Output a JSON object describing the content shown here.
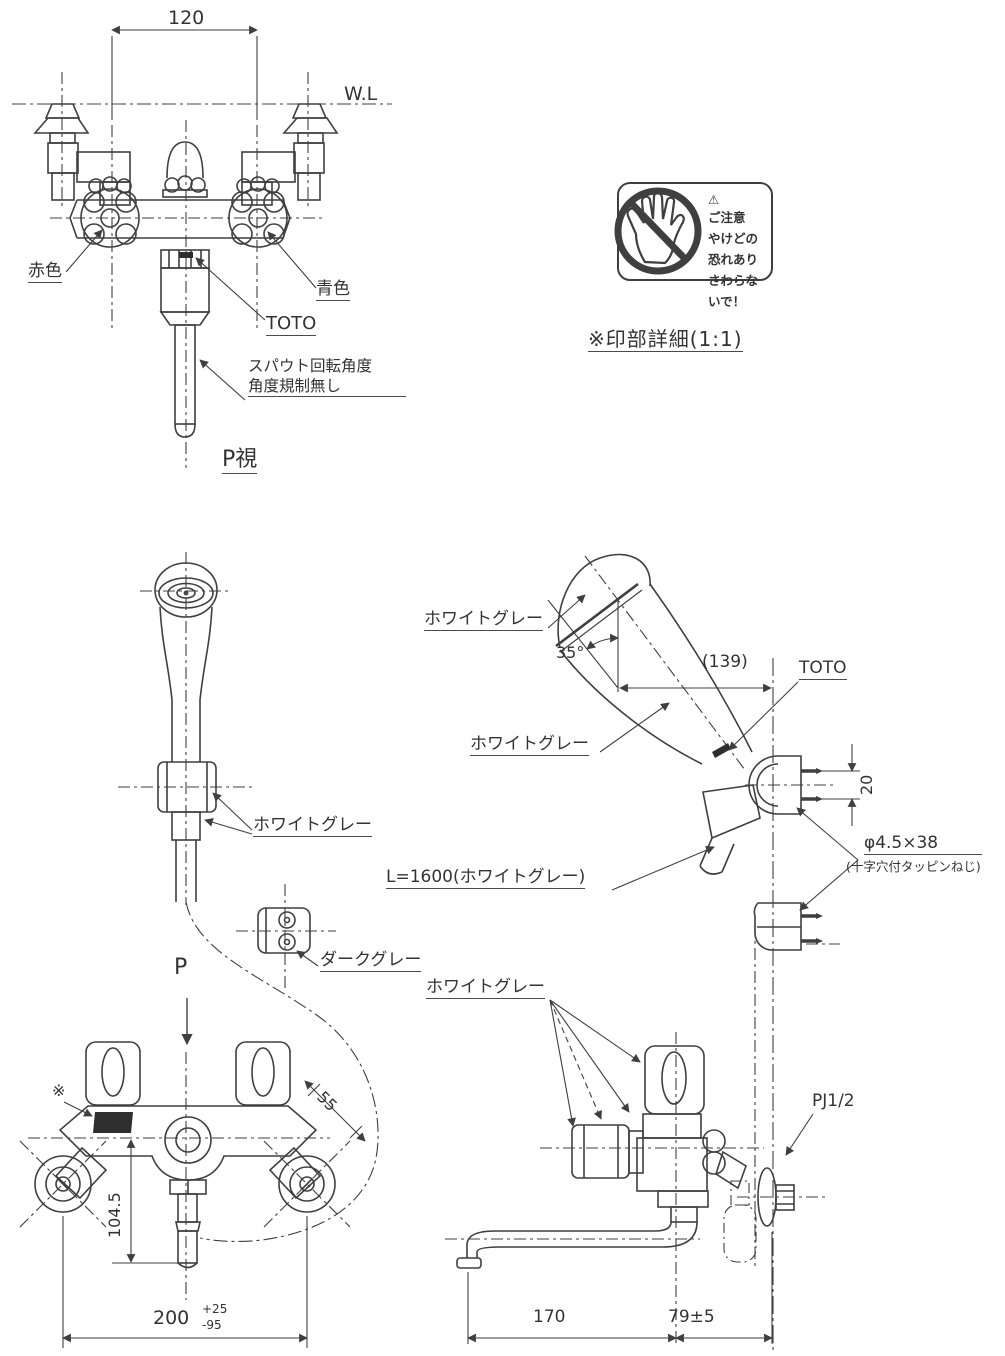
{
  "colors": {
    "line": "#3f3f3f",
    "text": "#333333",
    "background": "#ffffff",
    "fill_dark": "#2e2e2e"
  },
  "top_view": {
    "dim_width": "120",
    "water_line_label": "W.L",
    "hot_side_label": "赤色",
    "cold_side_label": "青色",
    "brand_label": "TOTO",
    "spout_note_line1": "スパウト回転角度",
    "spout_note_line2": "角度規制無し",
    "view_caption": "P視"
  },
  "caution_detail": {
    "caption": "※印部詳細(1:1)",
    "warning_symbol": "⚠",
    "label_lines": [
      "ご注意",
      "やけどの",
      "恐れあり",
      "さわらな",
      "いで！"
    ],
    "prohibition_icon": "no-touch-hand"
  },
  "shower_front": {
    "holder_color_label": "ホワイトグレー",
    "hook_color_label": "ダークグレー",
    "view_direction_label": "P"
  },
  "shower_side": {
    "head_color_label": "ホワイトグレー",
    "handle_color_label": "ホワイトグレー",
    "angle": "35°",
    "dim_offset": "(139)",
    "brand_label": "TOTO",
    "dim_screw_spacing": "20",
    "screw_spec": "φ4.5×38",
    "screw_note": "(十字穴付タッピンねじ)",
    "hose_label": "L=1600(ホワイトグレー)"
  },
  "faucet_front": {
    "marked_area_symbol": "※",
    "dim_handle": "55",
    "dim_height": "104.5",
    "dim_width": "200",
    "dim_width_tol_plus": "+25",
    "dim_width_tol_minus": "-95"
  },
  "faucet_side": {
    "color_label": "ホワイトグレー",
    "connection_label": "PJ1/2",
    "dim_spout": "170",
    "dim_wall": "79±5"
  }
}
